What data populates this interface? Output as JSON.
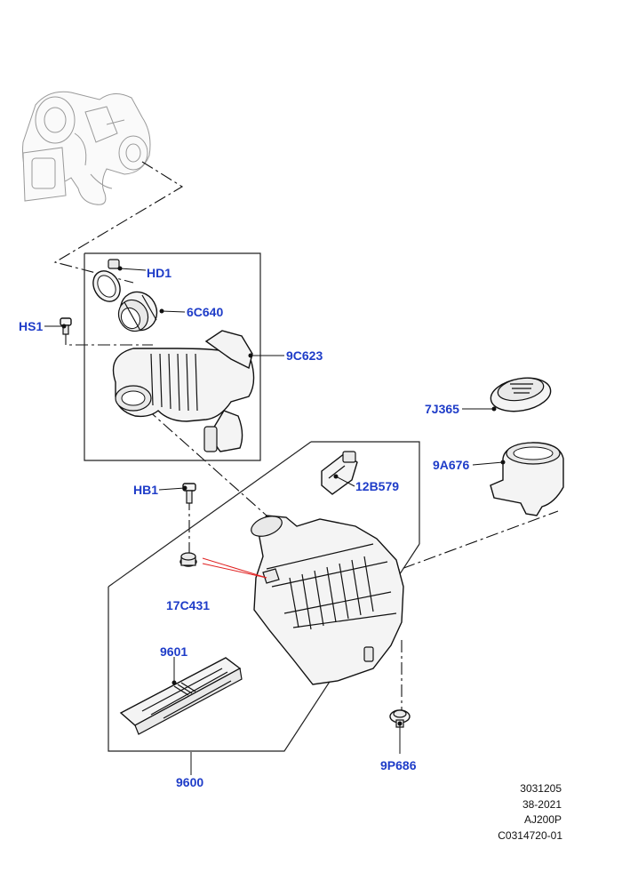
{
  "callouts": {
    "hd1": "HD1",
    "c6640": "6C640",
    "hs1": "HS1",
    "c9623": "9C623",
    "j7365": "7J365",
    "a9676": "9A676",
    "hb1": "HB1",
    "b12579": "12B579",
    "c17431": "17C431",
    "p9601": "9601",
    "p9686": "9P686",
    "p9600": "9600"
  },
  "reference": {
    "line1": "3031205",
    "line2": "38-2021",
    "line3": "AJ200P",
    "line4": "C0314720-01"
  },
  "colors": {
    "callout_text": "#1e3cc8",
    "highlight_lines": "#e02020"
  }
}
